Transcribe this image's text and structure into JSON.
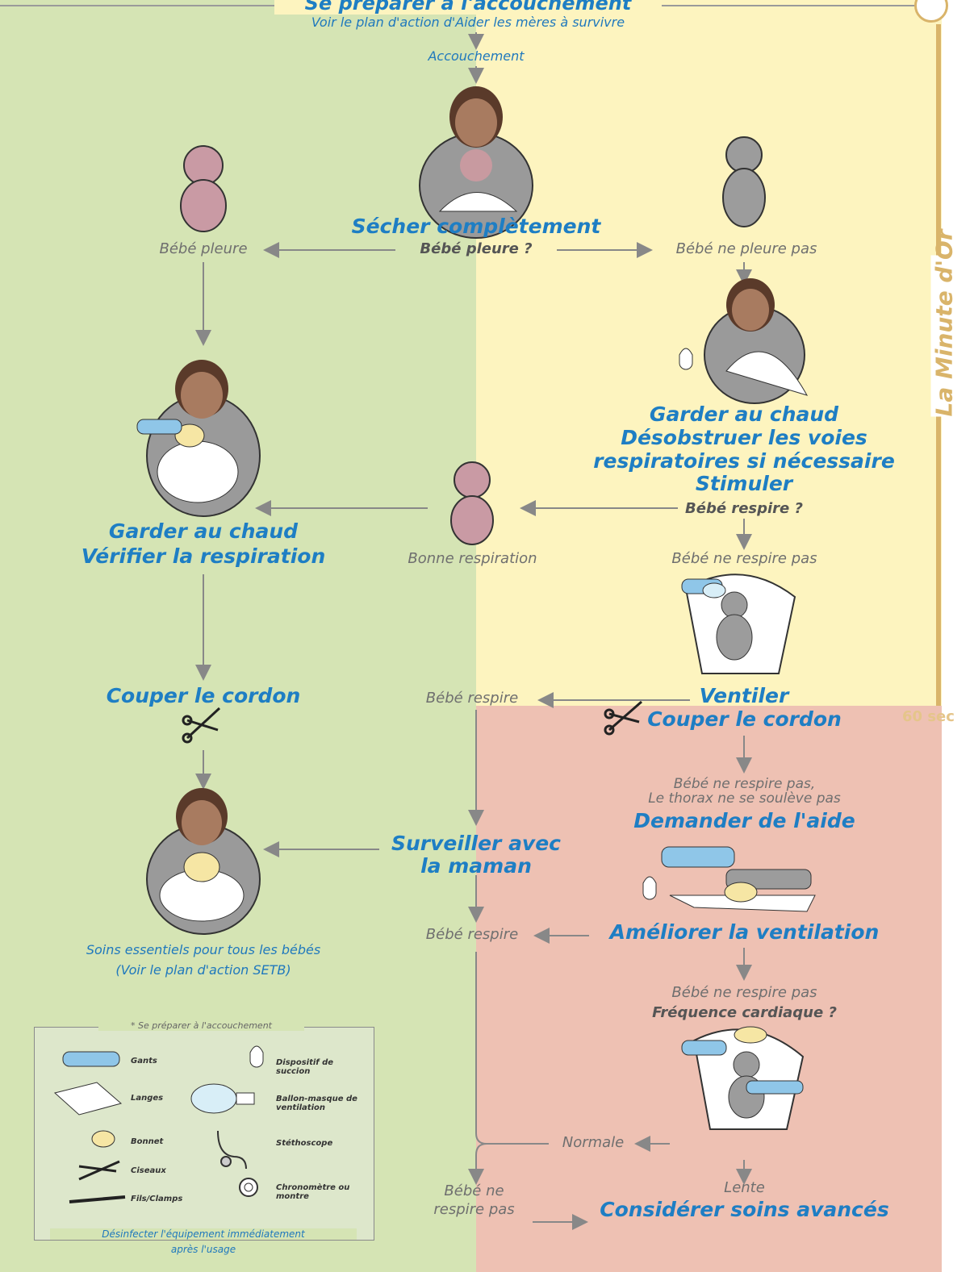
{
  "header": {
    "title": "Se préparer à l'accouchement",
    "subtitle": "Voir le plan d'action d'Aider les mères à survivre",
    "birth": "Accouchement"
  },
  "side": {
    "label": "La Minute d'Or",
    "seconds": "60 sec"
  },
  "colors": {
    "green": "#d5e4b4",
    "yellow": "#fdf4bf",
    "red": "#eec1b3",
    "blue": "#1e7ec4"
  },
  "flow": {
    "dry": "Sécher complètement",
    "dry_q": "Bébé pleure ?",
    "cries": "Bébé pleure",
    "not_cry": "Bébé ne pleure pas",
    "keep_warm": "Garder au chaud",
    "check_breath": "Vérifier la respiration",
    "right_keep_warm": "Garder au chaud",
    "clear_airway_1": "Désobstruer les voies",
    "clear_airway_2": "respiratoires si nécessaire",
    "stimulate": "Stimuler",
    "breath_q": "Bébé respire ?",
    "good_breath": "Bonne respiration",
    "not_breath_1": "Bébé ne respire pas",
    "cut_cord_left": "Couper le cordon",
    "breathes_1": "Bébé respire",
    "ventilate": "Ventiler",
    "cut_cord_right": "Couper le cordon",
    "not_breath_2a": "Bébé ne respire pas,",
    "not_breath_2b": "Le thorax ne se soulève pas",
    "call_help": "Demander de l'aide",
    "monitor_1": "Surveiller avec",
    "monitor_2": "la maman",
    "breathes_2": "Bébé respire",
    "improve_vent": "Améliorer la ventilation",
    "essential_1": "Soins essentiels pour tous les bébés",
    "essential_2": "(Voir le plan d'action SETB)",
    "not_breath_3": "Bébé ne respire pas",
    "heart_q": "Fréquence cardiaque ?",
    "normal": "Normale",
    "slow": "Lente",
    "not_breath_4a": "Bébé ne",
    "not_breath_4b": "respire pas",
    "advanced": "Considérer soins avancés"
  },
  "legend": {
    "title": "* Se préparer à l'accouchement",
    "items": [
      {
        "label": "Gants",
        "icon": "glove-icon"
      },
      {
        "label": "Dispositif de succion",
        "icon": "suction-bulb-icon"
      },
      {
        "label": "Langes",
        "icon": "cloth-icon"
      },
      {
        "label": "Ballon-masque de ventilation",
        "icon": "bag-mask-icon"
      },
      {
        "label": "Bonnet",
        "icon": "cap-icon"
      },
      {
        "label": "Stéthoscope",
        "icon": "stethoscope-icon"
      },
      {
        "label": "Ciseaux",
        "icon": "scissors-icon"
      },
      {
        "label": "Chronomètre ou montre",
        "icon": "timer-icon"
      },
      {
        "label": "Fils/Clamps",
        "icon": "clamp-icon"
      }
    ],
    "footer_1": "Désinfecter l'équipement immédiatement",
    "footer_2": "après l'usage"
  }
}
